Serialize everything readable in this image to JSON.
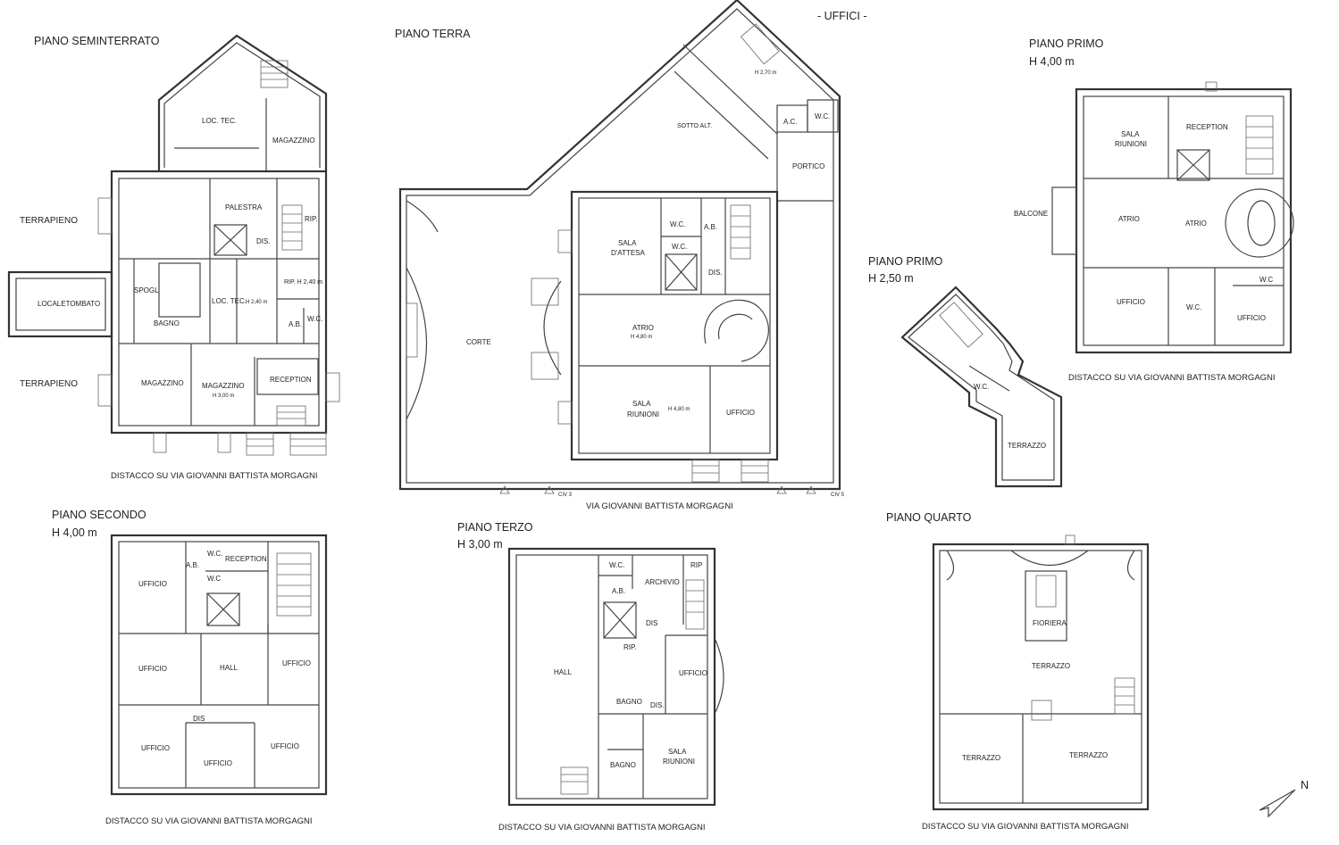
{
  "header": "- UFFICI -",
  "north_label": "N",
  "floors": {
    "seminterrato": {
      "title": "PIANO SEMINTERRATO",
      "rooms": {
        "loc_tec": "LOC. TEC.",
        "magazzino_top": "MAGAZZINO",
        "palestra": "PALESTRA",
        "rip_top": "RIP.",
        "dis": "DIS.",
        "terrapieno_top": "TERRAPIENO",
        "locale_tombato": "LOCALETOMBATO",
        "spogl": "SPOGL",
        "bagno": "BAGNO",
        "loc_tec_small": "LOC. TEC.",
        "h_240": "H 2,40 m",
        "rip_h240": "RIP. H 2,40 m",
        "ab": "A.B.",
        "wc": "W.C.",
        "terrapieno_bottom": "TERRAPIENO",
        "magazzino_left": "MAGAZZINO",
        "magazzino_h300": "MAGAZZINO",
        "h_300": "H 3,00 m",
        "reception": "RECEPTION"
      },
      "footer": "DISTACCO SU VIA GIOVANNI BATTISTA MORGAGNI"
    },
    "terra": {
      "title": "PIANO TERRA",
      "rooms": {
        "h_270": "H 2,70 m",
        "sottoalt": "SOTTO ALT.",
        "ac": "A.C.",
        "wc_top": "W.C.",
        "portico": "PORTICO",
        "corte": "CORTE",
        "sala_attesa_1": "SALA",
        "sala_attesa_2": "D'ATTESA",
        "wc_1": "W.C.",
        "wc_2": "W.C.",
        "ab": "A.B.",
        "dis": "DIS.",
        "atrio": "ATRIO",
        "atrio_h": "H 4,80 m",
        "sala_riunioni_1": "SALA",
        "sala_riunioni_2": "RIUNIONI",
        "sala_riunioni_h": "H 4,80 m",
        "ufficio": "UFFICIO",
        "civ3": "CIV 3",
        "civ5": "CIV 5"
      },
      "footer": "VIA GIOVANNI BATTISTA MORGAGNI"
    },
    "primo_small": {
      "title": "PIANO PRIMO",
      "subtitle": "H 2,50 m",
      "rooms": {
        "wc": "W.C.",
        "terrazzo": "TERRAZZO"
      }
    },
    "primo": {
      "title": "PIANO PRIMO",
      "subtitle": "H 4,00 m",
      "rooms": {
        "sala_riunioni_1": "SALA",
        "sala_riunioni_2": "RIUNIONI",
        "reception": "RECEPTION",
        "balcone": "BALCONE",
        "atrio_left": "ATRIO",
        "atrio_right": "ATRIO",
        "wc_right": "W.C",
        "ufficio_left": "UFFICIO",
        "wc_mid": "W.C.",
        "ufficio_right": "UFFICIO"
      },
      "footer": "DISTACCO SU VIA GIOVANNI BATTISTA MORGAGNI"
    },
    "secondo": {
      "title": "PIANO SECONDO",
      "subtitle": "H 4,00 m",
      "rooms": {
        "ufficio_tl": "UFFICIO",
        "ab": "A.B.",
        "wc_1": "W.C.",
        "wc_2": "W.C",
        "reception": "RECEPTION",
        "ufficio_ml": "UFFICIO",
        "hall": "HALL",
        "ufficio_mr": "UFFICIO",
        "dis": "DIS",
        "ufficio_bl": "UFFICIO",
        "ufficio_bm": "UFFICIO",
        "ufficio_br": "UFFICIO"
      },
      "footer": "DISTACCO SU VIA GIOVANNI BATTISTA MORGAGNI"
    },
    "terzo": {
      "title": "PIANO TERZO",
      "subtitle": "H 3,00 m",
      "rooms": {
        "wc": "W.C.",
        "rip": "RIP",
        "archivio": "ARCHIVIO",
        "ab": "A.B.",
        "dis_1": "DIS",
        "rip_2": "RIP.",
        "hall": "HALL",
        "ufficio": "UFFICIO",
        "bagno_1": "BAGNO",
        "dis_2": "DIS.",
        "sala_riunioni_1": "SALA",
        "sala_riunioni_2": "RIUNIONI",
        "bagno_2": "BAGNO"
      },
      "footer": "DISTACCO SU VIA GIOVANNI BATTISTA MORGAGNI"
    },
    "quarto": {
      "title": "PIANO QUARTO",
      "rooms": {
        "fioriera": "FIORIERA",
        "terrazzo_top": "TERRAZZO",
        "terrazzo_left": "TERRAZZO",
        "terrazzo_right": "TERRAZZO"
      },
      "footer": "DISTACCO SU VIA GIOVANNI BATTISTA MORGAGNI"
    }
  }
}
